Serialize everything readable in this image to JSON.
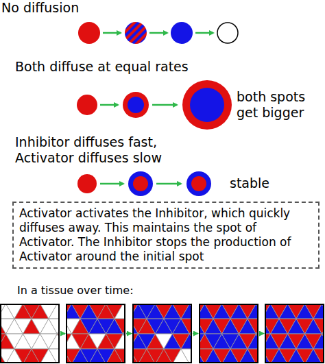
{
  "diagram": {
    "nodes": [
      {
        "text": [
          "Activator activates the Inhibitor, which quickly diffuses away. This maintains the spot of Activator. The Inhibitor stops the production of Activator around the initial spot"
        ]
      }
    ],
    "labels": [
      "No diffusion",
      "Both diffuse at equal rates",
      "both spots get bigger",
      "Inhibitor diffuses fast, Activator diffuses slow",
      "stable",
      "In a tissue over time:"
    ]
  }
}
